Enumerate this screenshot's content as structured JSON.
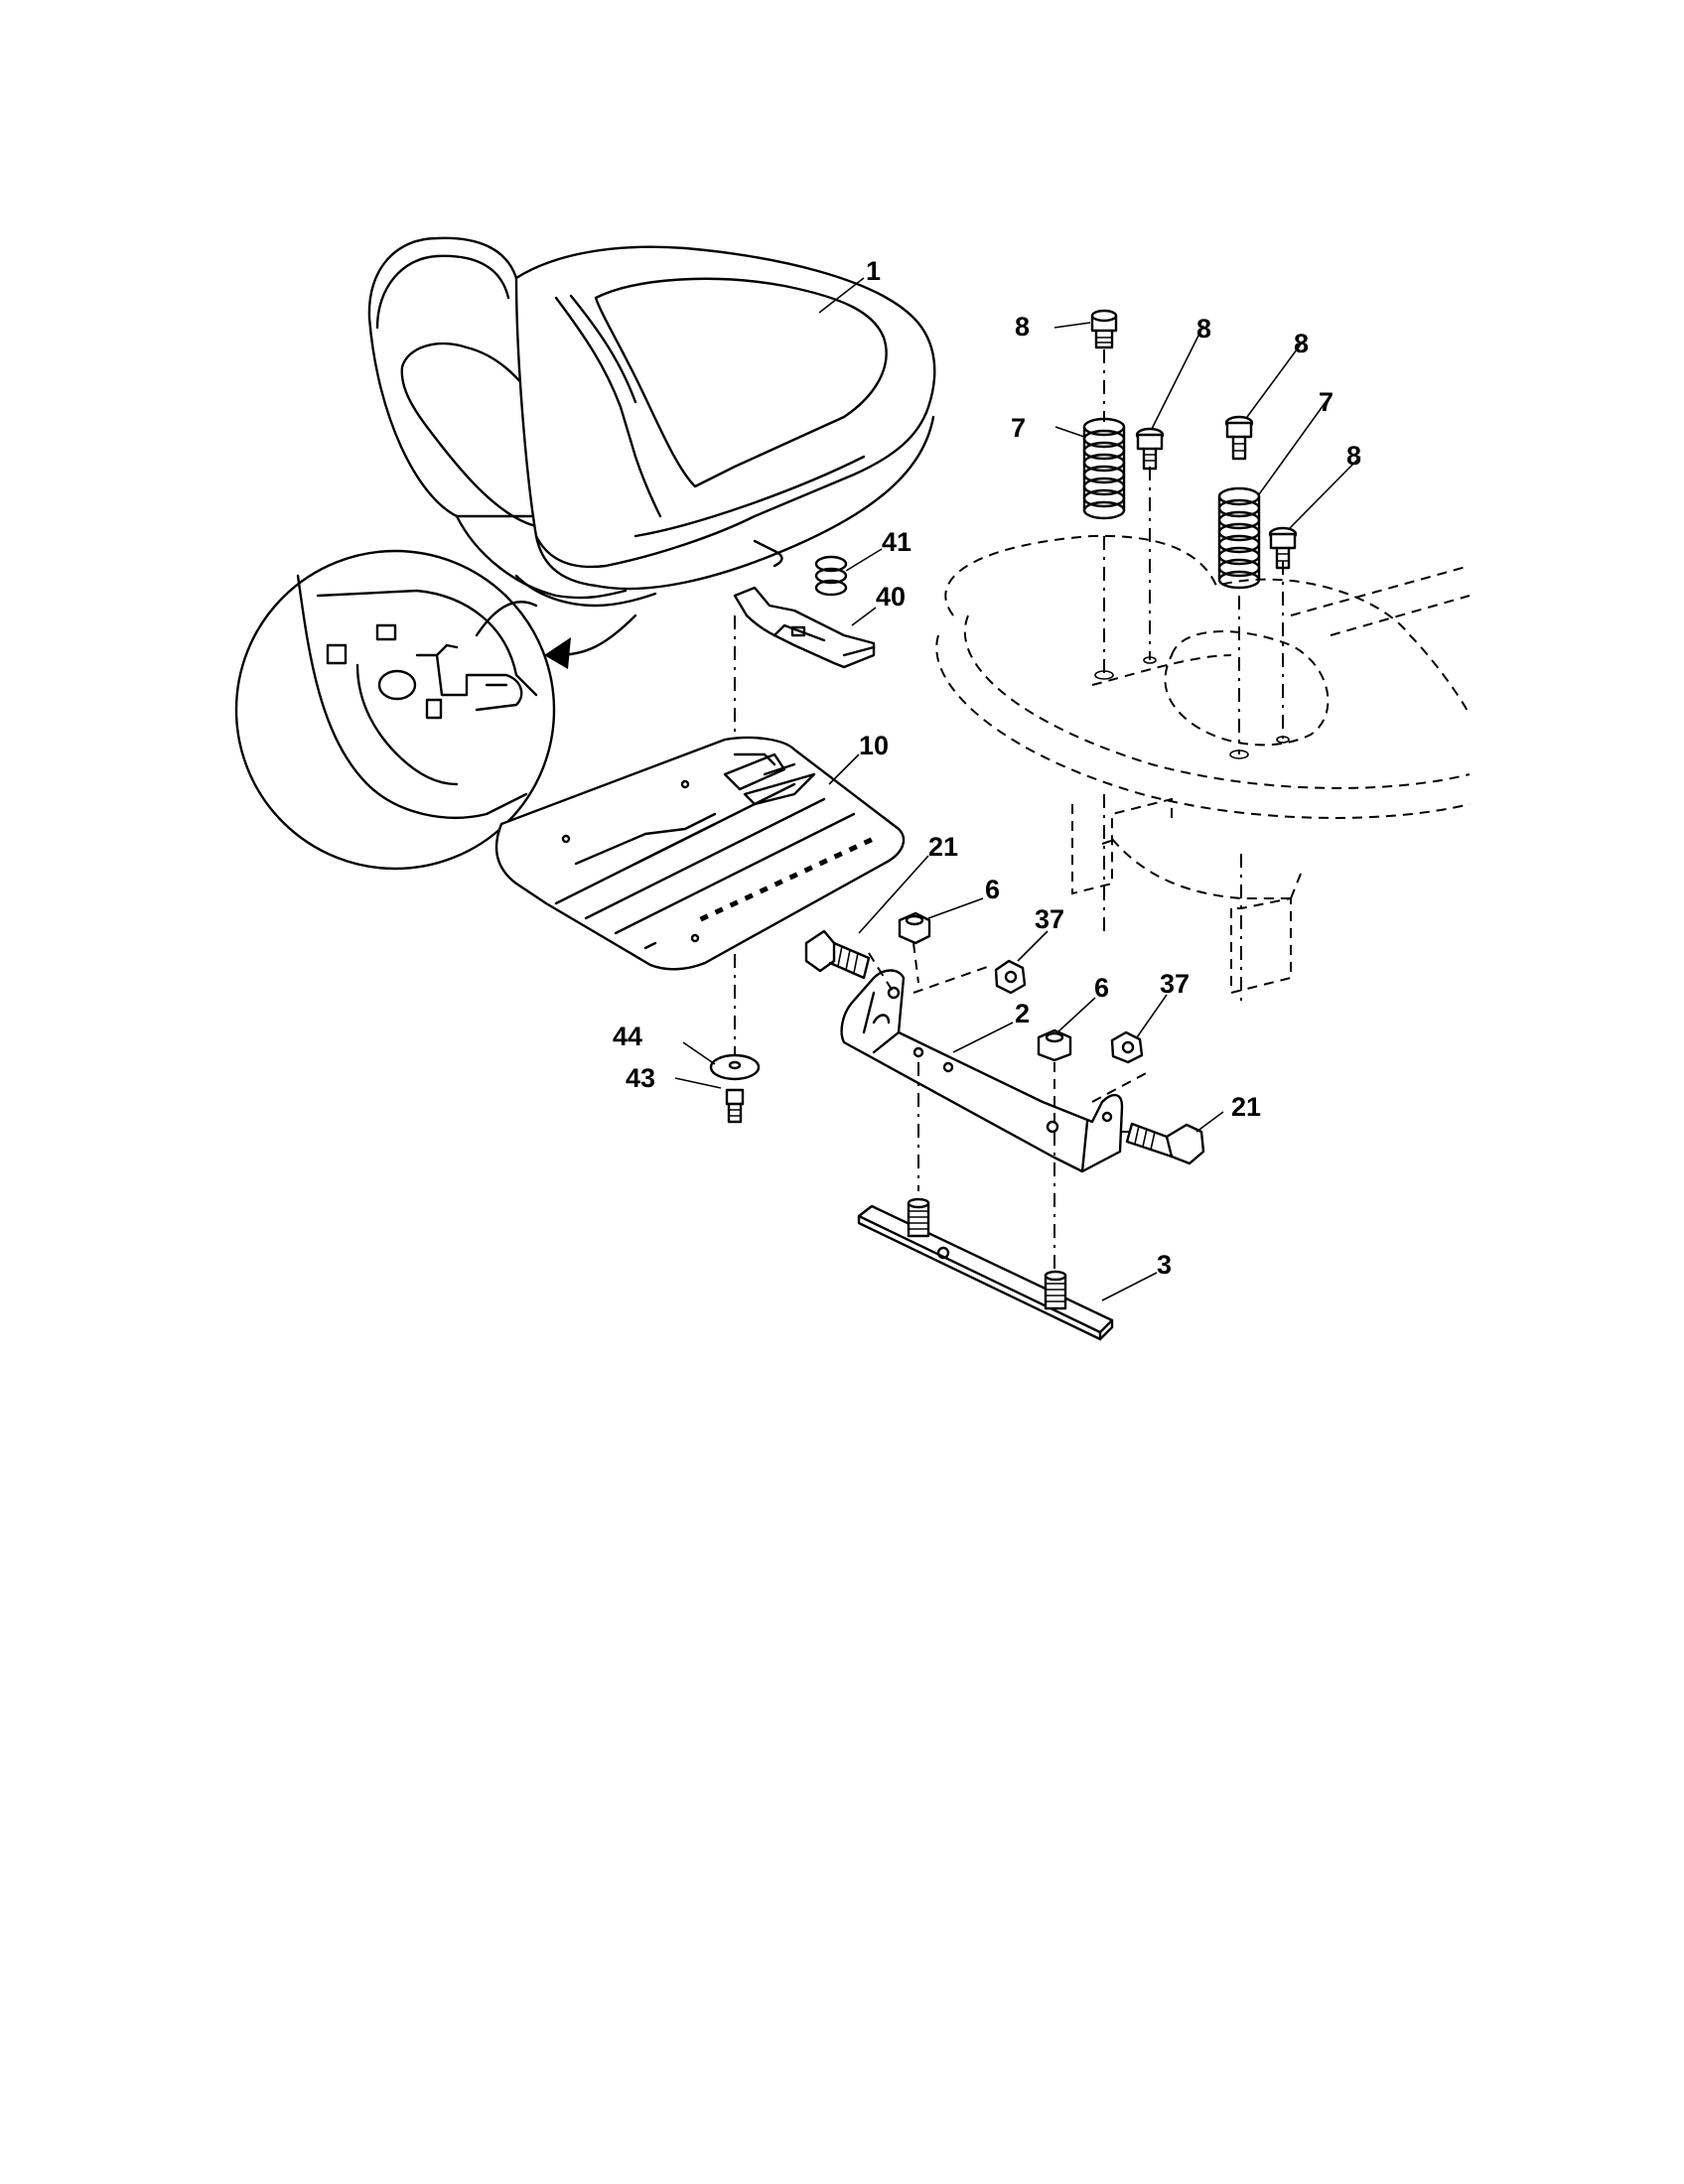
{
  "callouts": {
    "c1": "1",
    "c2": "2",
    "c3": "3",
    "c6a": "6",
    "c6b": "6",
    "c7a": "7",
    "c7b": "7",
    "c8a": "8",
    "c8b": "8",
    "c8c": "8",
    "c8d": "8",
    "c10": "10",
    "c21a": "21",
    "c21b": "21",
    "c37a": "37",
    "c37b": "37",
    "c40": "40",
    "c41": "41",
    "c43": "43",
    "c44": "44"
  }
}
